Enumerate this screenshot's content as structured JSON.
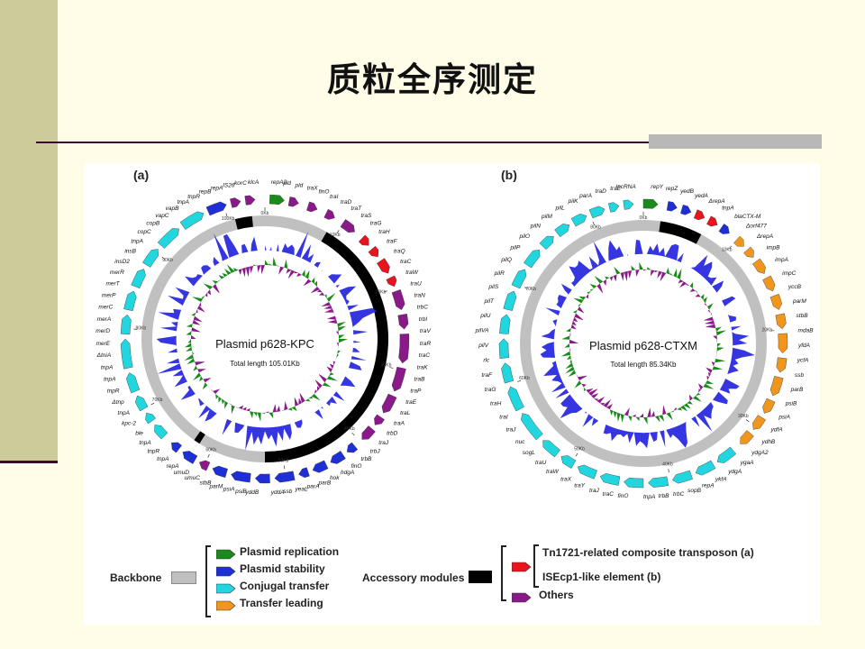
{
  "slide": {
    "title": "质粒全序测定"
  },
  "figure": {
    "panels": [
      {
        "letter": "(a)",
        "plasmid_name": "Plasmid p628-KPC",
        "total_length": "Total length 105.01Kb",
        "ticks": [
          "0Kb",
          "10Kb",
          "20Kb",
          "30Kb",
          "40Kb",
          "50Kb",
          "60Kb",
          "70Kb",
          "80Kb",
          "90Kb",
          "100Kb"
        ],
        "genes": [
          "repA2",
          "pld",
          "pld",
          "traX",
          "finO",
          "traI",
          "traD",
          "traT",
          "traS",
          "traG",
          "traH",
          "traF",
          "traQ",
          "traC",
          "traW",
          "traU",
          "traN",
          "trbC",
          "trbI",
          "traV",
          "traR",
          "traC",
          "traK",
          "traB",
          "traP",
          "traE",
          "traL",
          "traA",
          "trbD",
          "traJ",
          "trbJ",
          "trbB",
          "finO",
          "hdgA",
          "hok",
          "parB",
          "parA",
          "yeaL",
          "ssb",
          "yddA",
          "yddB",
          "psiB",
          "psiA",
          "parM",
          "stbB",
          "umuC",
          "umuD",
          "repA",
          "tnpA",
          "tnpR",
          "tnpA",
          "ble",
          "kpc-2",
          "tnpA",
          "Δtnp",
          "tnpR",
          "tnpA",
          "tnpA",
          "ΔtniA",
          "merE",
          "merD",
          "merA",
          "merC",
          "merP",
          "merT",
          "merR",
          "insD2",
          "insB",
          "tnpA",
          "copC",
          "copB",
          "vapC",
          "vapB",
          "tnpA",
          "tnpR",
          "repB",
          "repA",
          "IS26",
          "korC",
          "klcA"
        ]
      },
      {
        "letter": "(b)",
        "plasmid_name": "Plasmid p628-CTXM",
        "total_length": "Total length 85.34Kb",
        "ticks": [
          "0Kb",
          "10Kb",
          "20Kb",
          "30Kb",
          "40Kb",
          "50Kb",
          "60Kb",
          "70Kb",
          "80Kb"
        ],
        "genes": [
          "repY",
          "repZ",
          "yedB",
          "yedA",
          "ΔrepA",
          "tnpA",
          "blaCTX-M",
          "Δorf477",
          "ΔrepA",
          "impB",
          "impA",
          "impC",
          "yccB",
          "parM",
          "stbB",
          "mdaB",
          "yfdA",
          "ycfA",
          "ssb",
          "parB",
          "psiB",
          "psiA",
          "ydfA",
          "ydhB",
          "ydgA2",
          "ygaA",
          "ydgA",
          "ykfA",
          "repA",
          "sopB",
          "trbC",
          "trbB",
          "tnpA",
          "finO",
          "traC",
          "traJ",
          "traY",
          "traX",
          "traW",
          "traU",
          "sogL",
          "nuc",
          "traJ",
          "traI",
          "traH",
          "traG",
          "traF",
          "rlc",
          "pilV",
          "pilVA",
          "pilU",
          "pilT",
          "pilS",
          "pilR",
          "pilQ",
          "pilP",
          "pilO",
          "pilN",
          "pilM",
          "pilL",
          "pilK",
          "parA",
          "traD",
          "traE",
          "lncRNA"
        ]
      }
    ],
    "legend": {
      "backbone_label": "Backbone",
      "backbone_items": [
        {
          "label": "Plasmid replication",
          "color": "#1a8a1a"
        },
        {
          "label": "Plasmid stability",
          "color": "#1f2fd6"
        },
        {
          "label": "Conjugal transfer",
          "color": "#22d6e0"
        },
        {
          "label": "Transfer leading",
          "color": "#f0961e"
        }
      ],
      "accessory_label": "Accessory modules",
      "accessory_items": [
        {
          "label": "Tn1721-related composite transposon (a)",
          "color": "#e8141e"
        },
        {
          "label": "ISEcp1-like element (b)",
          "color": "#e8141e"
        },
        {
          "label": "Others",
          "color": "#8a1a8a"
        }
      ]
    },
    "colors": {
      "backbone_gray": "#c0c0c0",
      "accessory_black": "#000000",
      "gc_blue": "#2a2ae0",
      "gc_green": "#1a8a1a",
      "gc_purple": "#8a1a8a"
    }
  }
}
